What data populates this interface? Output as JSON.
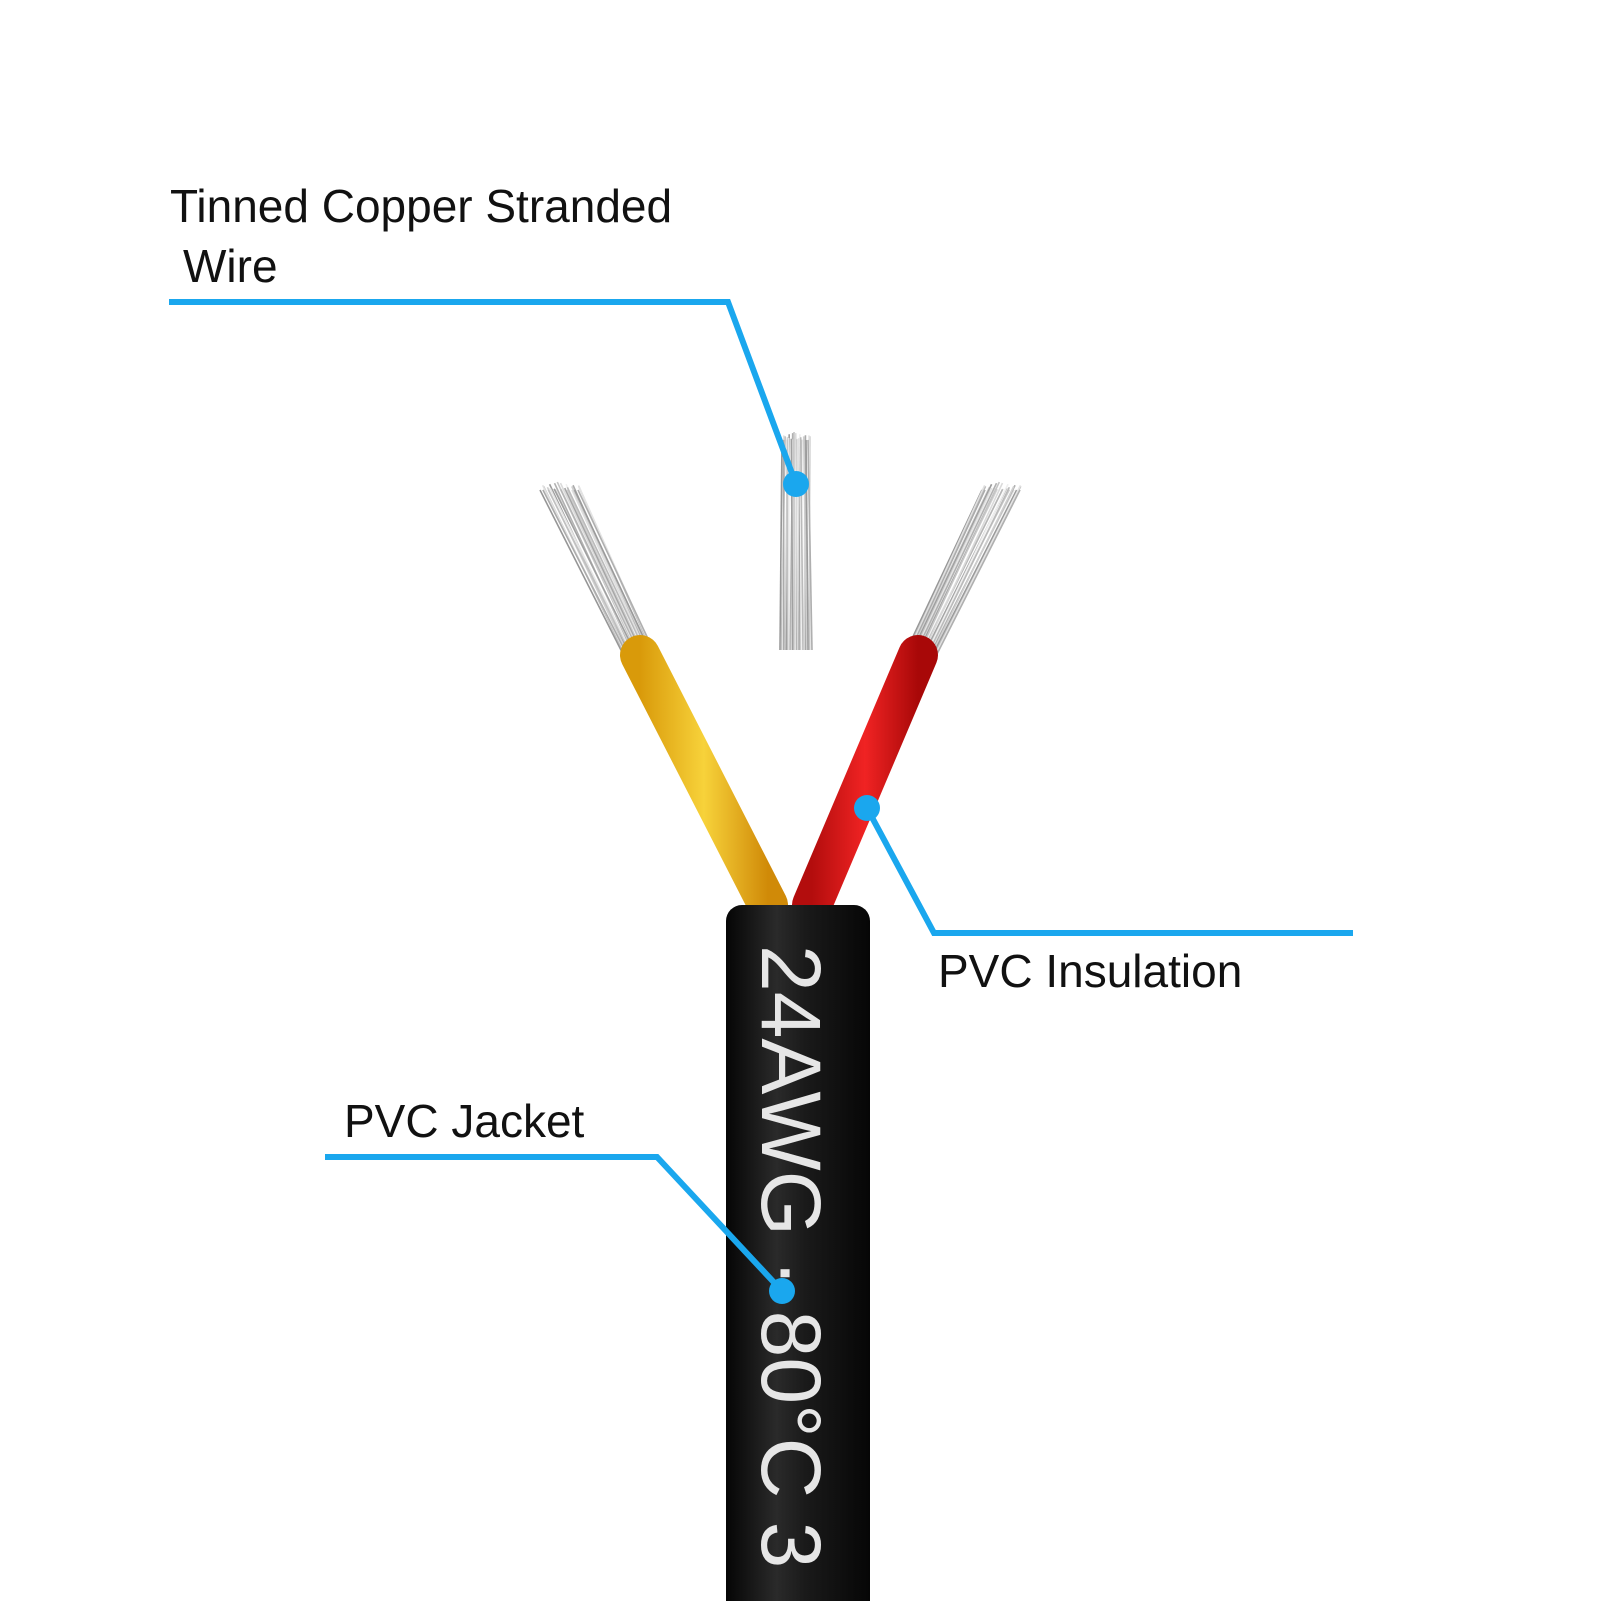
{
  "labels": {
    "conductor_line1": "Tinned Copper Stranded",
    "conductor_line2": "Wire",
    "insulation": "PVC Insulation",
    "jacket": "PVC Jacket"
  },
  "cable_print": "24AWG · 80°C  3",
  "colors": {
    "callout": "#1aa7ee",
    "jacket": "#161616",
    "core_yellow": "#f3c21c",
    "core_black": "#0d0d0d",
    "core_red": "#e01a1a",
    "strands": "#b9b9b9"
  }
}
